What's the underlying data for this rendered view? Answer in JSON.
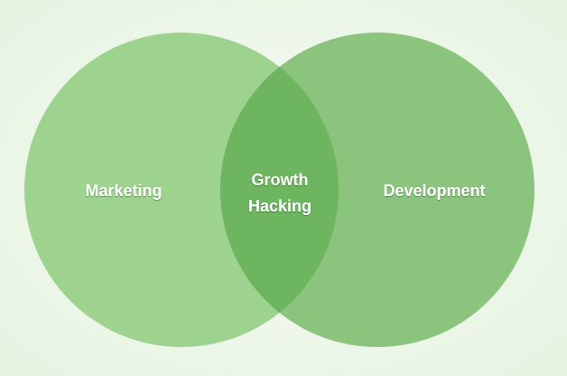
{
  "diagram": {
    "type": "venn",
    "sets": [
      {
        "label": "Marketing",
        "color": "#9dd38e"
      },
      {
        "label": "Development",
        "color": "#8bc47d"
      }
    ],
    "intersection": {
      "label_line1": "Growth",
      "label_line2": "Hacking",
      "color": "#6db55f"
    }
  }
}
